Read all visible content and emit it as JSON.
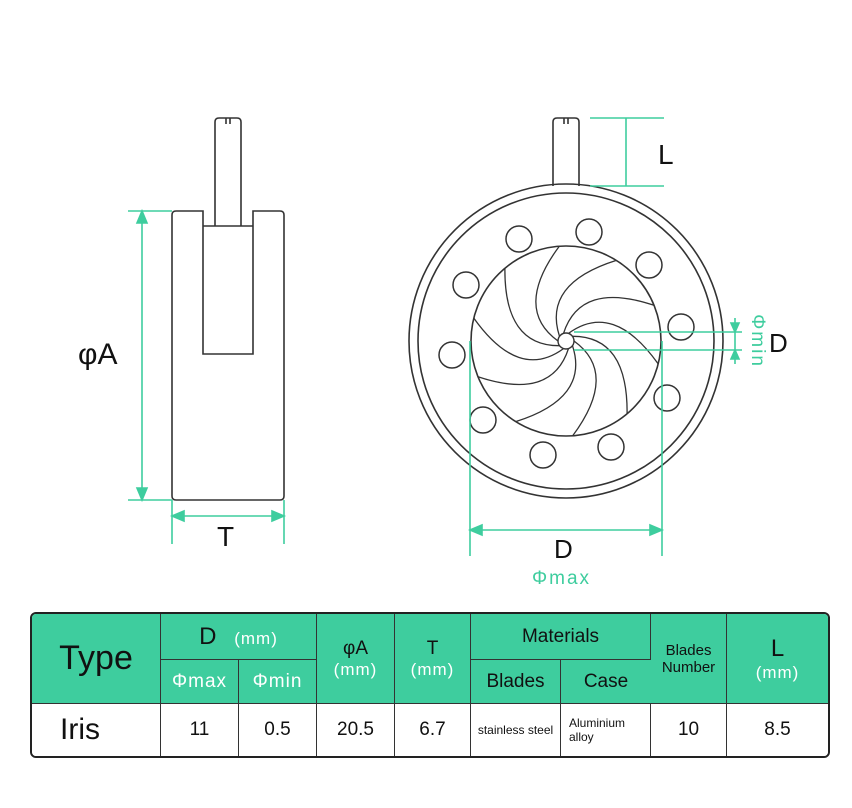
{
  "side_view": {
    "phiA_label": "φA",
    "t_label": "T"
  },
  "front_view": {
    "l_label": "L",
    "d_right_label": "D",
    "phimin_label": "Φmin",
    "d_bottom_label": "D",
    "phimax_label": "Φmax"
  },
  "colors": {
    "accent": "#3ecd9e",
    "line": "#333333"
  },
  "table": {
    "type_header": "Type",
    "d_header": "D",
    "d_unit": "(mm)",
    "phimax_header": "Φmax",
    "phimin_header": "Φmin",
    "phiA_header": "φA",
    "phiA_unit": "(mm)",
    "t_header": "T",
    "t_unit": "(mm)",
    "materials_header": "Materials",
    "blades_header": "Blades",
    "case_header": "Case",
    "blades_number_line1": "Blades",
    "blades_number_line2": "Number",
    "l_header": "L",
    "l_unit": "(mm)",
    "row": {
      "type": "Iris",
      "phimax": "11",
      "phimin": "0.5",
      "phiA": "20.5",
      "t": "6.7",
      "blades_material": "stainless steel",
      "case_material_line1": "Aluminium",
      "case_material_line2": "alloy",
      "blades_number": "10",
      "l": "8.5"
    }
  }
}
